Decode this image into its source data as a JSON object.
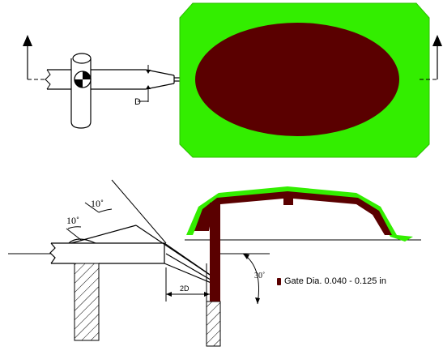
{
  "labels": {
    "d": "D",
    "angle_a": "10˚",
    "angle_b": "10˚",
    "dist_2d": "2D",
    "angle_30": "30˚",
    "legend": "Gate Dia. 0.040 - 0.125 in"
  },
  "colors": {
    "part_fill": "#5a0000",
    "mold_green": "#33ee00",
    "line": "#000000",
    "background": "#ffffff"
  },
  "icons": {
    "left_arrow": "up-arrow-icon",
    "right_arrow": "up-arrow-icon",
    "centroid": "center-of-mass-icon"
  }
}
